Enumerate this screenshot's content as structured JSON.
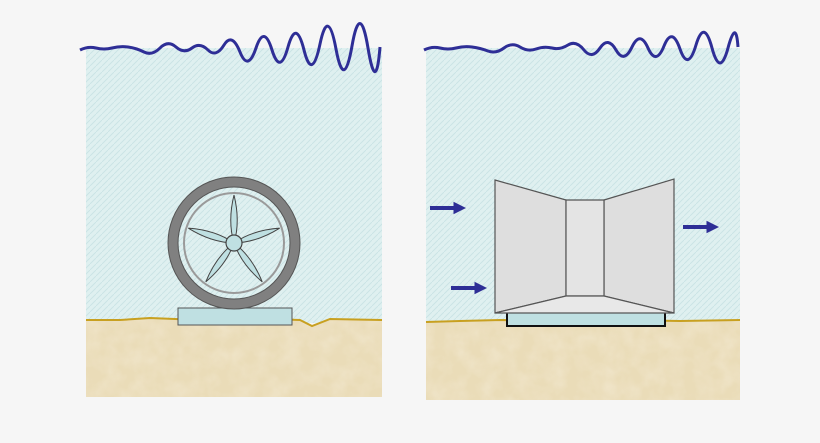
{
  "colors": {
    "background": "#f6f6f6",
    "water": "#dff0f0",
    "water_wave": "#2e2e96",
    "sand": "#eadcb8",
    "seabed_line": "#c8a020",
    "base_plate": "#bfe0e2",
    "turbine_ring": "#808080",
    "turbine_blade": "#bfe0e2",
    "duct_fill": "#dedede",
    "duct_stroke": "#555555",
    "flow_arrow": "#2e2e96"
  },
  "panels": [
    {
      "id": "open-rotor-turbine",
      "device": "ring-turbine-with-five-blades",
      "blade_count": 5
    },
    {
      "id": "ducted-turbine",
      "device": "venturi-duct",
      "inflow_arrows": 2,
      "outflow_arrows": 1
    }
  ],
  "icons": [
    "flow-arrow-icon"
  ]
}
